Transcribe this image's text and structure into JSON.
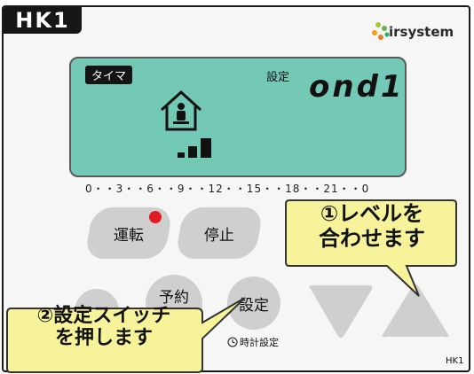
{
  "panel": {
    "model_badge": "HK1",
    "brand": "irsystem",
    "model_code": "HK1"
  },
  "lcd": {
    "timer_tag": "タイマ",
    "setting_label": "設定",
    "readout": "ond1"
  },
  "timescale": {
    "labels": "0・・3・・6・・9・・12・・15・・18・・21・・0"
  },
  "buttons": {
    "run": "運転",
    "stop": "停止",
    "reserve": "予約",
    "setting": "設定",
    "clock_setting": "時計設定"
  },
  "callouts": {
    "level_line1": "①レベルを",
    "level_line2": "合わせます",
    "switch_line1": "②設定スイッチ",
    "switch_line2": "を押します"
  },
  "colors": {
    "lcd_background": "#74c8b6",
    "callout_fill": "#f6f39b",
    "run_led": "#e01c24",
    "button_gray": "#cfcfcf"
  },
  "icons": {
    "house": "house-person-icon",
    "level": "signal-bars-icon",
    "clock": "clock-icon",
    "down": "triangle-down-icon",
    "up": "triangle-up-icon"
  }
}
